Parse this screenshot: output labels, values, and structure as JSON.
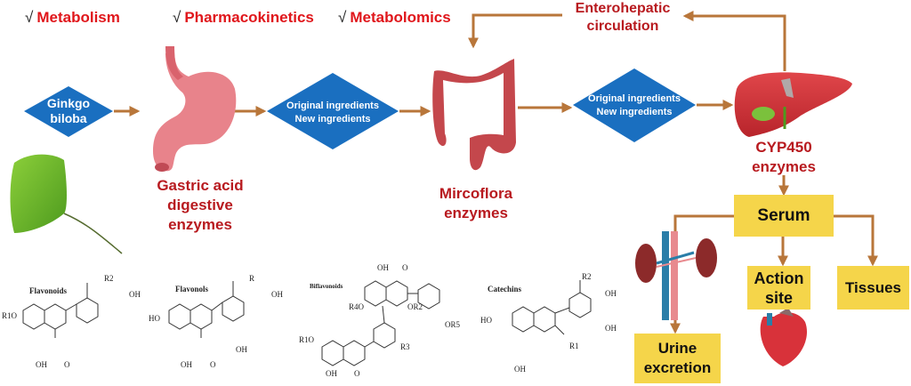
{
  "topics": [
    {
      "check": "√",
      "label": "Metabolism"
    },
    {
      "check": "√",
      "label": "Pharmacokinetics"
    },
    {
      "check": "√",
      "label": "Metabolomics"
    }
  ],
  "nodes": {
    "source": {
      "line1": "Ginkgo",
      "line2": "biloba"
    },
    "stomach_label": {
      "line1": "Gastric acid",
      "line2": "digestive",
      "line3": "enzymes"
    },
    "ingredients_1": {
      "line1": "Original ingredients",
      "line2": "New ingredients"
    },
    "intestine_label": {
      "line1": "Mircoflora",
      "line2": "enzymes"
    },
    "ingredients_2": {
      "line1": "Original ingredients",
      "line2": "New ingredients"
    },
    "liver_label": {
      "line1": "CYP450",
      "line2": "enzymes"
    },
    "enterohepatic": {
      "line1": "Enterohepatic",
      "line2": "circulation"
    },
    "serum": "Serum",
    "action_site": {
      "line1": "Action",
      "line2": "site"
    },
    "tissues": "Tissues",
    "urine": {
      "line1": "Urine",
      "line2": "excretion"
    }
  },
  "compounds": [
    {
      "name": "Flavonoids",
      "substituents": [
        "R2",
        "OH",
        "R1O",
        "OH",
        "O"
      ]
    },
    {
      "name": "Flavonols",
      "substituents": [
        "R",
        "OH",
        "HO",
        "OH",
        "OH",
        "O"
      ]
    },
    {
      "name": "Biflavonoids",
      "substituents": [
        "OH",
        "O",
        "R4O",
        "OR2",
        "OR5",
        "R1O",
        "R3",
        "OH",
        "O"
      ]
    },
    {
      "name": "Catechins",
      "substituents": [
        "R2",
        "OH",
        "HO",
        "OH",
        "R1",
        "OH"
      ]
    }
  ],
  "colors": {
    "diamond": "#1a6fc0",
    "arrow": "#b8763a",
    "topic_red": "#e0161b",
    "label_red": "#b81a1f",
    "box_yellow": "#f5d54a"
  }
}
